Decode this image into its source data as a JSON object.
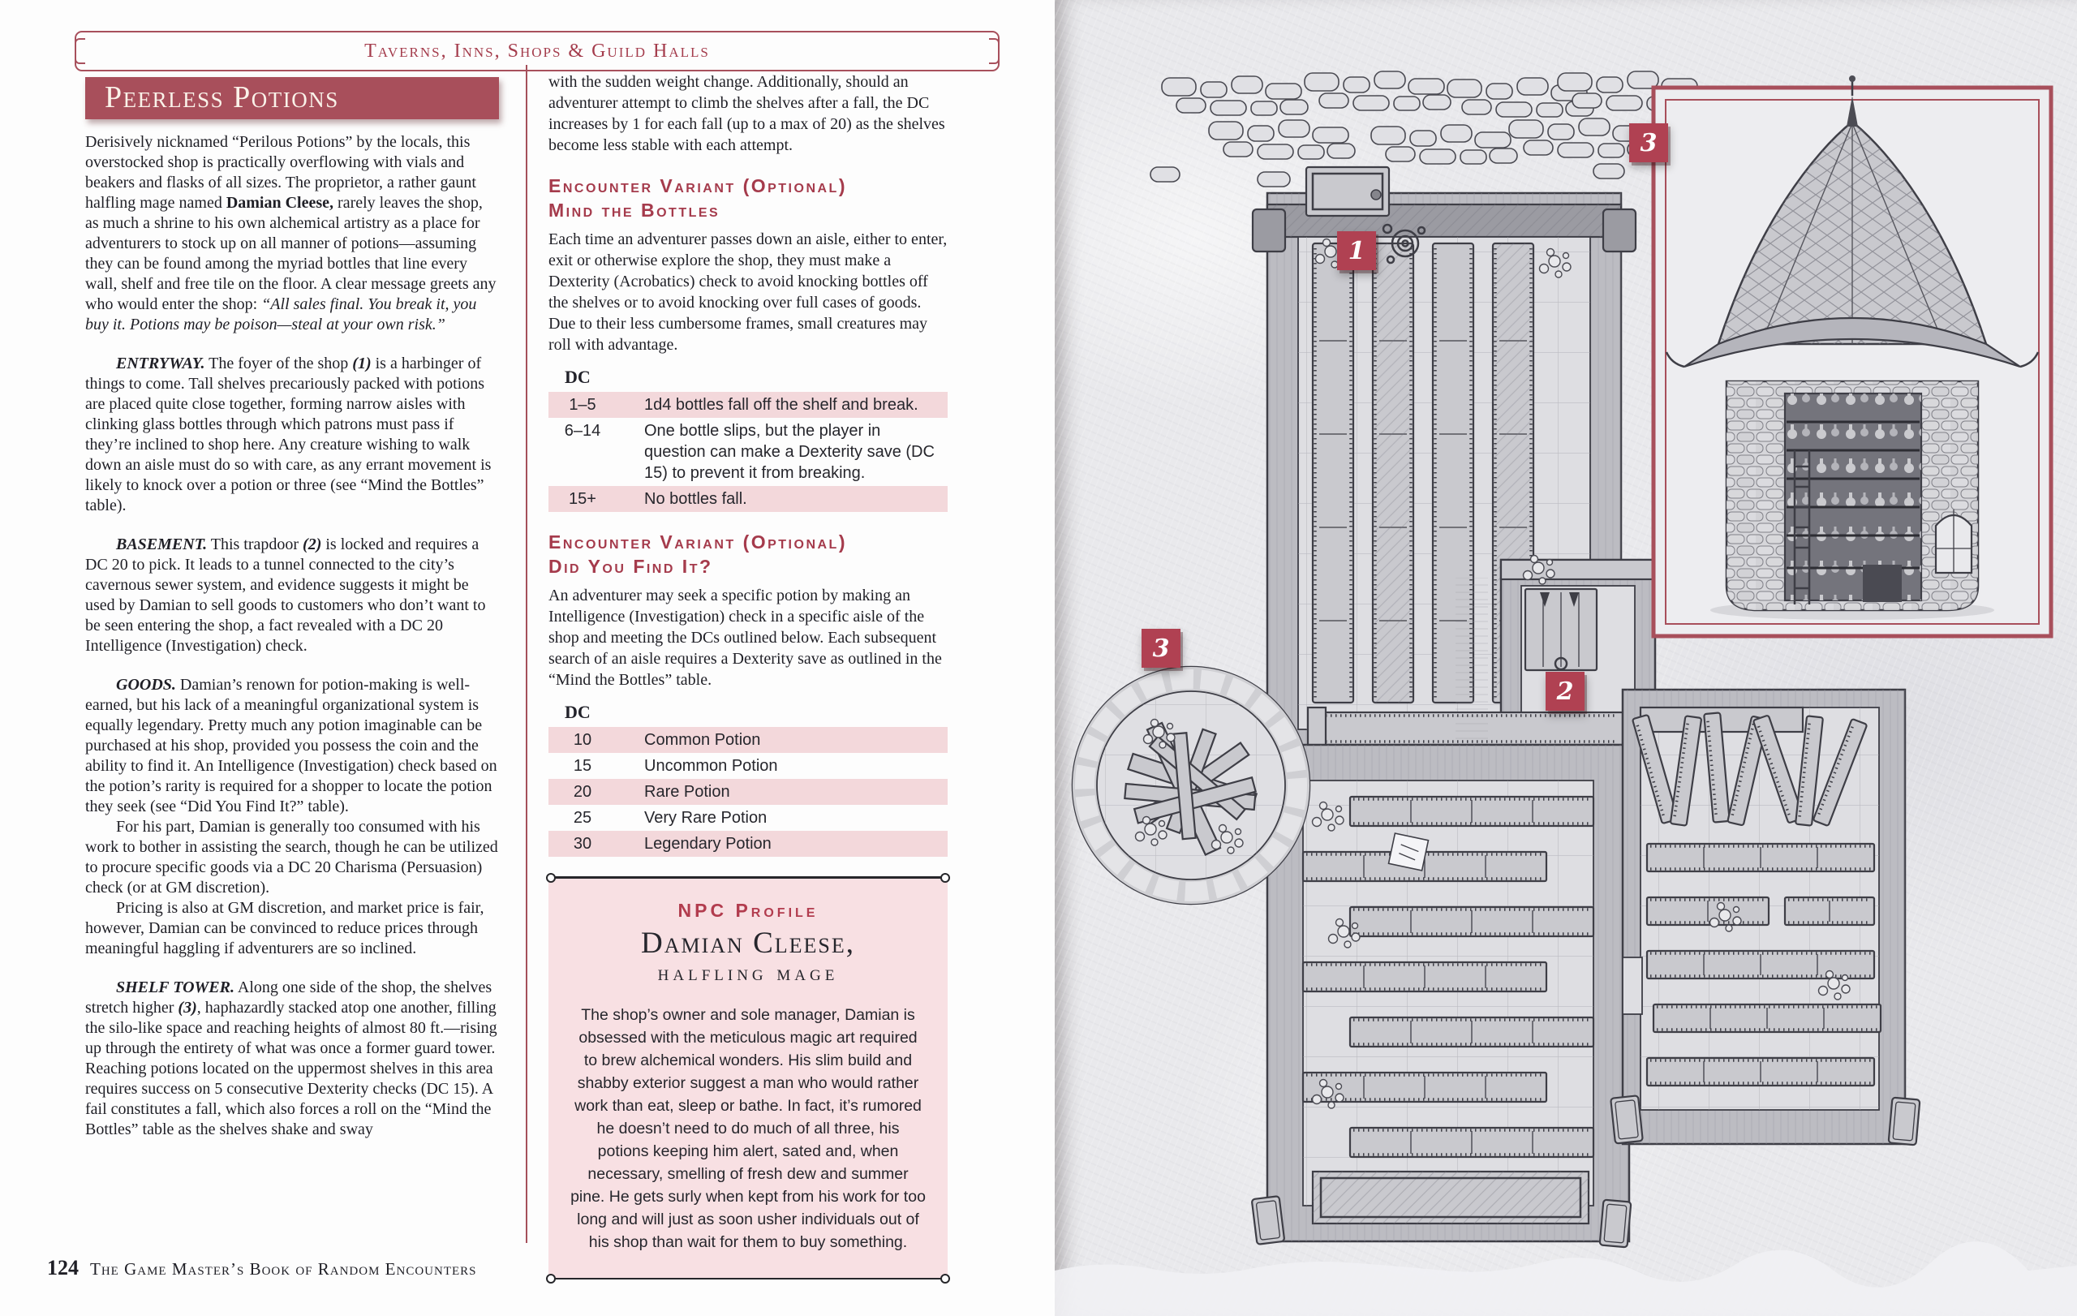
{
  "colors": {
    "accent_red": "#a84f5b",
    "heading_red": "#a53b4c",
    "table_row_pink": "#f3d8db",
    "npc_box_pink": "#f8e0e3",
    "marker_red": "#b04152"
  },
  "page": {
    "header_banner": "Taverns, Inns, Shops & Guild Halls",
    "footer": {
      "page_number": "124",
      "book_title": "The Game Master’s Book of Random Encounters"
    }
  },
  "article": {
    "title": "Peerless Potions",
    "intro": {
      "r0": "Derisively nicknamed “Perilous Potions” by the locals, this overstocked shop is practically overflowing with vials and beakers and flasks of all sizes. The proprietor, a rather gaunt halfling mage named ",
      "r1": "Damian Cleese,",
      "r2": " rarely leaves the shop, as much a shrine to his own alchemical artistry as a place for adventurers to stock up on all manner of potions—assuming they can be found among the myriad bottles that line every wall, shelf and free tile on the floor. A clear message greets any who would enter the shop: ",
      "r3": "“All sales final. You break it, you buy it. Potions may be poison—steal at your own risk.”"
    },
    "entryway": {
      "label": "ENTRYWAY.",
      "mid": " The foyer of the shop ",
      "num": "(1)",
      "rest": " is a harbinger of things to come. Tall shelves precariously packed with potions are placed quite close together, forming narrow aisles with clinking glass bottles through which patrons must pass if they’re inclined to shop here. Any creature wishing to walk down an aisle must do so with care, as any errant movement is likely to knock over a potion or three (see “Mind the Bottles” table)."
    },
    "basement": {
      "label": "BASEMENT.",
      "mid": " This trapdoor ",
      "num": "(2)",
      "rest": " is locked and requires a DC 20 to pick. It leads to a tunnel connected to the city’s cavernous sewer system, and evidence suggests it might be used by Damian to sell goods to customers who don’t want to be seen entering the shop, a fact revealed with a DC 20 Intelligence (Investigation) check."
    },
    "goods": {
      "label": "GOODS.",
      "p1": " Damian’s renown for potion-making is well-earned, but his lack of a meaningful organizational system is equally legendary. Pretty much any potion imaginable can be purchased at his shop, provided you possess the coin and the ability to find it. An Intelligence (Investigation) check based on the potion’s rarity is required for a shopper to locate the potion they seek (see “Did You Find It?” table).",
      "p2": "For his part, Damian is generally too consumed with his work to bother in assisting the search, though he can be utilized to procure specific goods via a DC 20 Charisma (Persuasion) check (or at GM discretion).",
      "p3": "Pricing is also at GM discretion, and market price is fair, however, Damian can be convinced to reduce prices through meaningful haggling if adventurers are so inclined."
    },
    "shelf_tower": {
      "label": "SHELF TOWER.",
      "mid": " Along one side of the shop, the shelves stretch higher ",
      "num": "(3)",
      "rest": ", haphazardly stacked atop one another, filling the silo-like space and reaching heights of almost 80 ft.—rising up through the entirety of what was once a former guard tower. Reaching potions located on the uppermost shelves in this area requires success on 5 consecutive Dexterity checks (DC 15). A fail constitutes a fall, which also forces a roll on the “Mind the Bottles” table as the shelves shake and sway"
    }
  },
  "col2": {
    "cont": "with the sudden weight change. Additionally, should an adventurer attempt to climb the shelves after a fall, the DC increases by 1 for each fall (up to a max of 20) as the shelves become less stable with each attempt.",
    "variant1": {
      "kicker": "Encounter Variant (Optional)",
      "title": "Mind the Bottles",
      "body": "Each time an adventurer passes down an aisle, either to enter, exit or otherwise explore the shop, they must make a Dexterity (Acrobatics) check to avoid knocking bottles off the shelves or to avoid knocking over full cases of goods. Due to their less cumbersome frames, small creatures may roll with advantage."
    },
    "table1": {
      "header": "DC",
      "rows": [
        {
          "dc": "1–5",
          "result": "1d4 bottles fall off the shelf and break."
        },
        {
          "dc": "6–14",
          "result": "One bottle slips, but the player in question can make a Dexterity save (DC 15) to prevent it from breaking."
        },
        {
          "dc": "15+",
          "result": "No bottles fall."
        }
      ]
    },
    "variant2": {
      "kicker": "Encounter Variant (Optional)",
      "title": "Did You Find It?",
      "body": "An adventurer may seek a specific potion by making an Intelligence (Investigation) check in a specific aisle of the shop and meeting the DCs outlined below. Each subsequent search of an aisle requires a Dexterity save as outlined in the “Mind the Bottles” table."
    },
    "table2": {
      "header": "DC",
      "rows": [
        {
          "dc": "10",
          "result": "Common Potion"
        },
        {
          "dc": "15",
          "result": "Uncommon Potion"
        },
        {
          "dc": "20",
          "result": "Rare Potion"
        },
        {
          "dc": "25",
          "result": "Very Rare Potion"
        },
        {
          "dc": "30",
          "result": "Legendary Potion"
        }
      ]
    },
    "npc": {
      "kicker": "NPC Profile",
      "name": "Damian Cleese,",
      "subtitle": "halfling mage",
      "body": "The shop’s owner and sole manager, Damian is obsessed with the meticulous magic art required to brew alchemical wonders. His slim build and shabby exterior suggest a man who would rather work than eat, sleep or bathe. In fact, it’s rumored he doesn’t need to do much of all three, his potions keeping him alert, sated and, when necessary, smelling of fresh dew and summer pine. He gets surly when kept from his work for too long and will just as soon usher individuals out of his shop than wait for them to buy something."
    }
  },
  "map": {
    "markers": [
      {
        "label": "1"
      },
      {
        "label": "2"
      },
      {
        "label": "3"
      },
      {
        "label": "3"
      }
    ]
  }
}
